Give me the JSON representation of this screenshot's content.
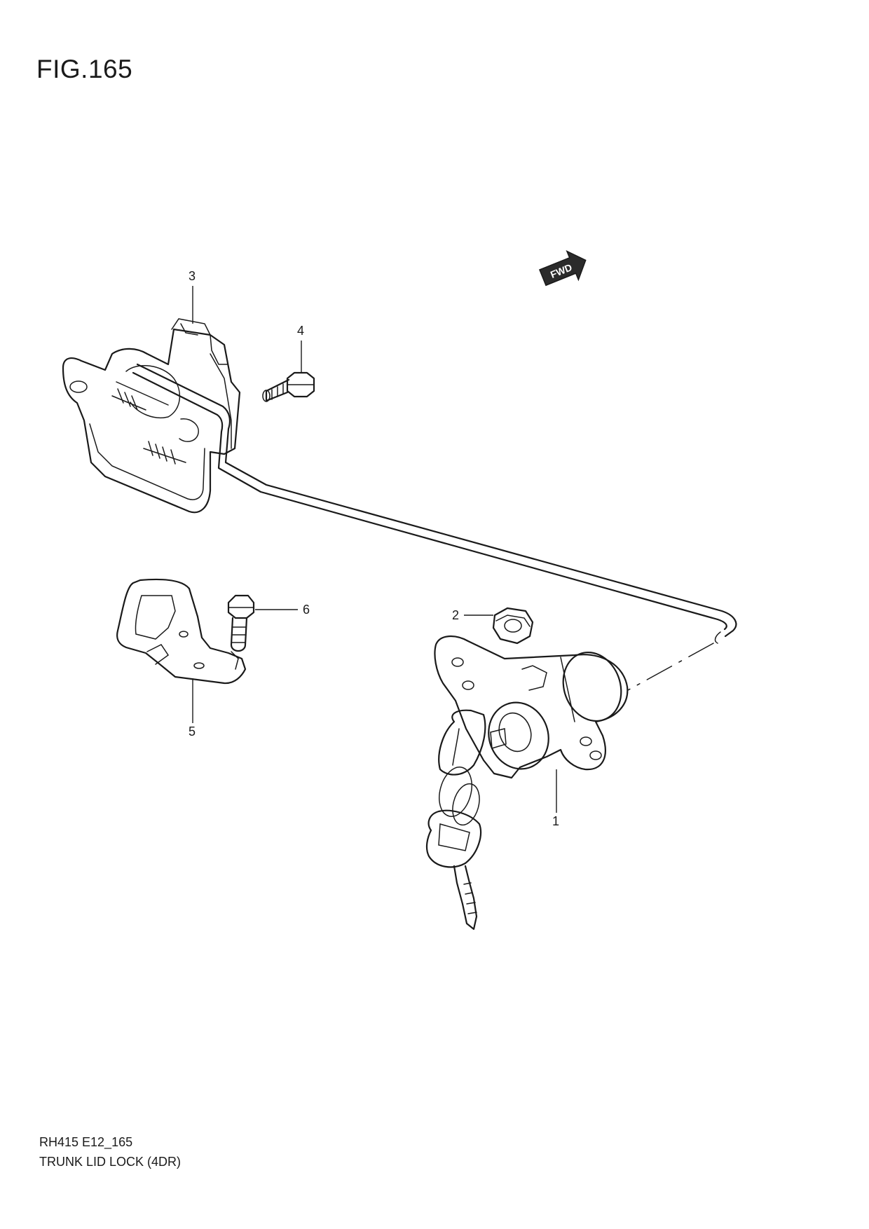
{
  "figure": {
    "title": "FIG.165"
  },
  "fwd_badge": {
    "label": "FWD"
  },
  "callouts": [
    "1",
    "2",
    "3",
    "4",
    "5",
    "6"
  ],
  "footer": {
    "code": "RH415 E12_165",
    "caption": "TRUNK LID LOCK (4DR)"
  }
}
